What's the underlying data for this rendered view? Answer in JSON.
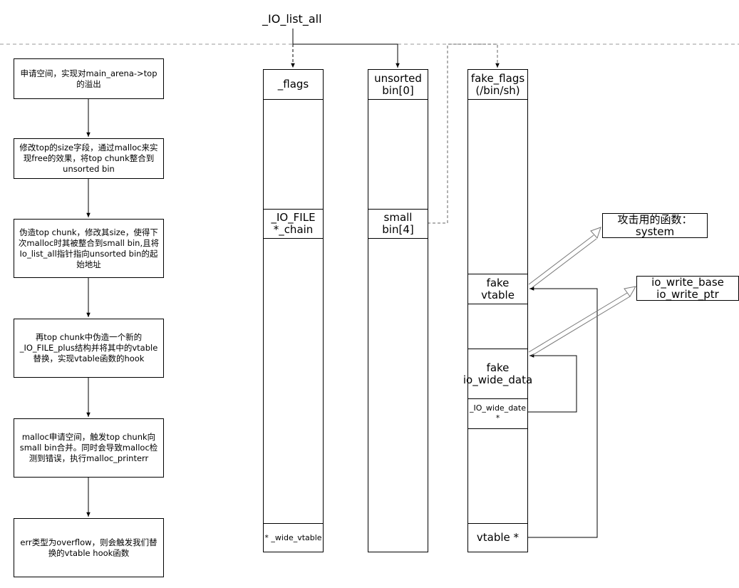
{
  "title_label": "_IO_list_all",
  "steps": [
    "申请空间，实现对main_arena->top的溢出",
    "修改top的size字段，通过malloc来实现free的效果，将top chunk整合到unsorted bin",
    "伪造top chunk，修改其size，使得下次malloc时其被整合到small bin,且将Io_list_all指针指向unsorted bin的起始地址",
    "再top chunk中伪造一个新的_IO_FILE_plus结构并将其中的vtable替换，实现vtable函数的hook",
    "malloc申请空间，触发top chunk向small bin合并。同时会导致malloc检测到错误，执行malloc_printerr",
    "err类型为overflow，则会触发我们替换的vtable hook函数"
  ],
  "io_file_column": {
    "flags": "_flags",
    "chain_line1": "_IO_FILE",
    "chain_line2": "*_chain",
    "wide_vtable": "* _wide_vtable"
  },
  "bins_column": {
    "unsorted_line1": "unsorted",
    "unsorted_line2": "bin[0]",
    "small_line1": "small",
    "small_line2": "bin[4]"
  },
  "fake_column": {
    "flags_line1": "fake_flags",
    "flags_line2": "(/bin/sh)",
    "vtable": "fake vtable",
    "wide_line1": "fake",
    "wide_line2": "io_wide_data",
    "wide_ptr_line1": "_IO_wide_date",
    "wide_ptr_line2": "*",
    "vtable_ptr": "vtable *"
  },
  "notes": {
    "attack_line1": "攻击用的函数：",
    "attack_line2": "system",
    "write_line1": "io_write_base",
    "write_line2": "io_write_ptr"
  }
}
